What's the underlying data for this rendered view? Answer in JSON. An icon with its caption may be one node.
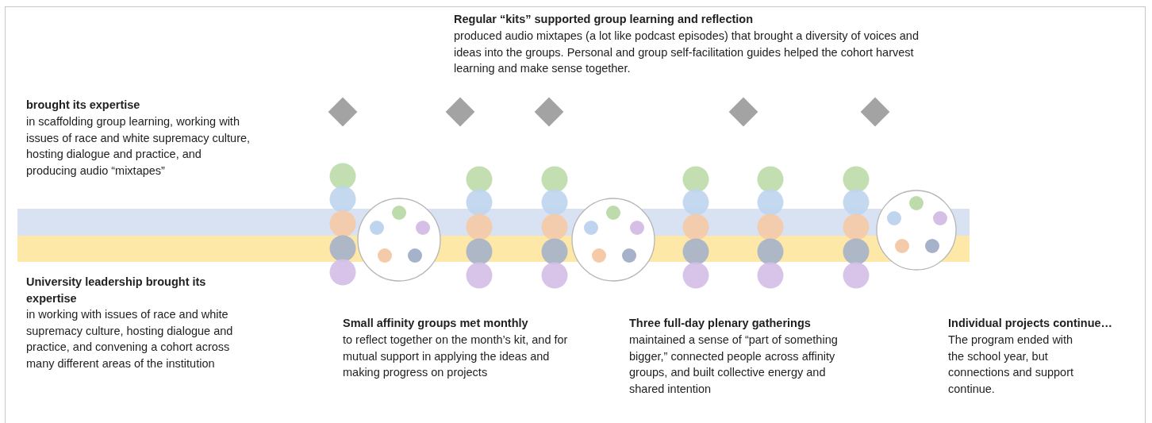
{
  "diagram": {
    "labels": [
      "Regular “kits” supported group learning and reflection",
      "produced audio mixtapes (a lot like podcast episodes) that brought a diversity of voices and ideas into the groups. Personal and group self-facilitation guides helped the cohort harvest learning and make sense together.",
      "brought its expertise",
      "in scaffolding group learning, working with issues of race and white supremacy culture, hosting dialogue and practice, and producing audio “mixtapes”",
      "University leadership brought its expertise",
      "in working with issues of race and white supremacy culture, hosting dialogue and practice, and convening a cohort across many different areas of the institution",
      "Small affinity groups met monthly",
      "to reflect together on the month’s kit, and for mutual support in applying the ideas and making progress on projects",
      "Three full-day plenary gatherings",
      "maintained a sense of “part of something bigger,” connected people across affinity groups, and built collective energy and shared intention",
      "Individual projects continue…",
      "The program ended with the school year, but connections and support continue."
    ]
  }
}
